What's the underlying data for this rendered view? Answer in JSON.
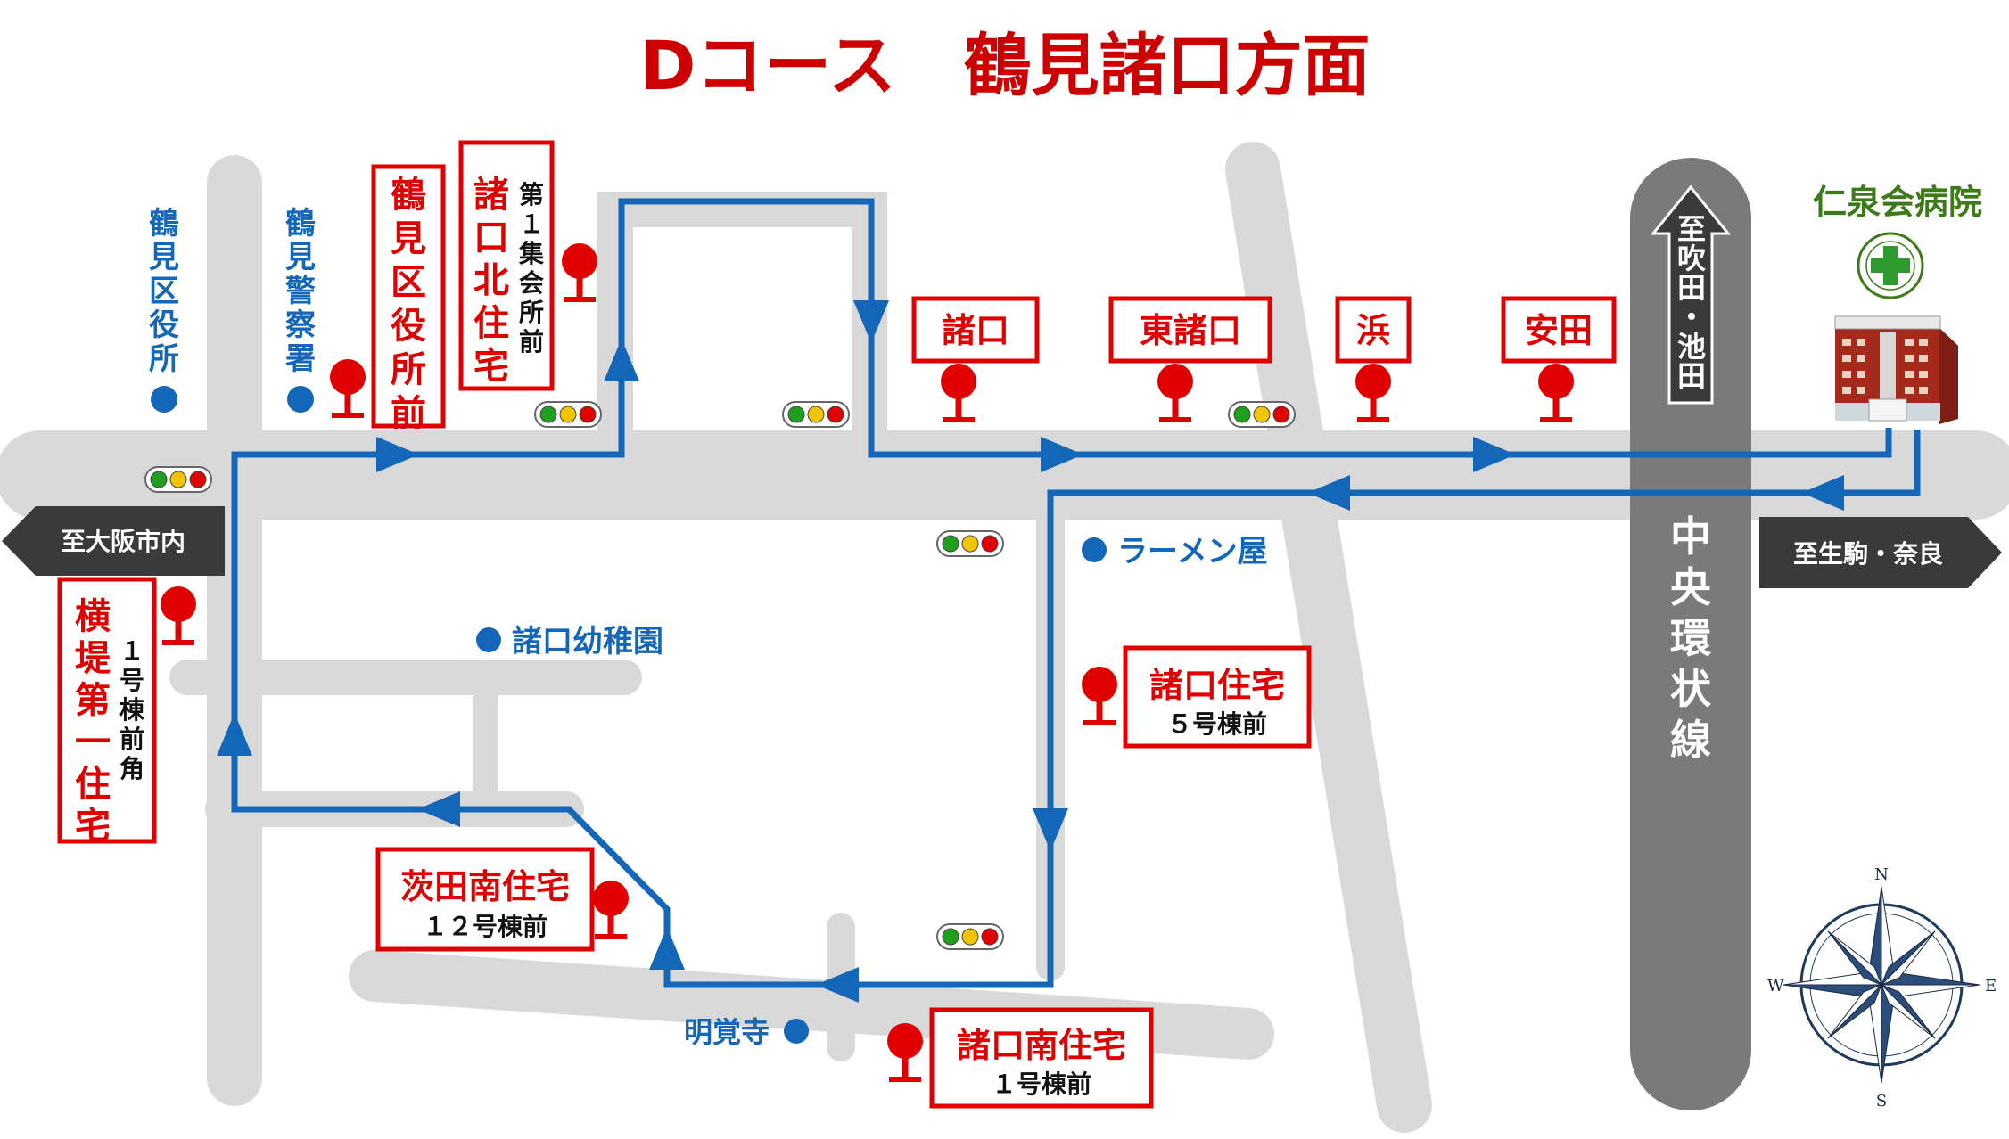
{
  "title": "Dコース　鶴見諸口方面",
  "colors": {
    "title": "#cc0000",
    "route": "#1466b8",
    "road": "#d9d9d9",
    "ring_road": "#7a7a7a",
    "stop": "#e00000",
    "landmark": "#1466b8"
  },
  "directions": {
    "west": "至大阪市内",
    "east": "至生駒・奈良",
    "north_ring": "至吹田・池田"
  },
  "ring_road_label": "中央環状線",
  "hospital": {
    "name": "仁泉会病院",
    "icon": "green-cross-emblem"
  },
  "landmarks": [
    "鶴見区役所",
    "鶴見警察署",
    "ラーメン屋",
    "諸口幼稚園",
    "明覚寺"
  ],
  "stops": [
    {
      "name": "鶴見区役所前",
      "sub": ""
    },
    {
      "name": "諸口北住宅",
      "sub": "第１集会所前"
    },
    {
      "name": "諸口",
      "sub": ""
    },
    {
      "name": "東諸口",
      "sub": ""
    },
    {
      "name": "浜",
      "sub": ""
    },
    {
      "name": "安田",
      "sub": ""
    },
    {
      "name": "横堤第一住宅",
      "sub": "１号棟前角"
    },
    {
      "name": "諸口住宅",
      "sub": "５号棟前"
    },
    {
      "name": "茨田南住宅",
      "sub": "１２号棟前"
    },
    {
      "name": "諸口南住宅",
      "sub": "１号棟前"
    }
  ],
  "compass": {
    "n": "N",
    "s": "S",
    "e": "E",
    "w": "W"
  }
}
